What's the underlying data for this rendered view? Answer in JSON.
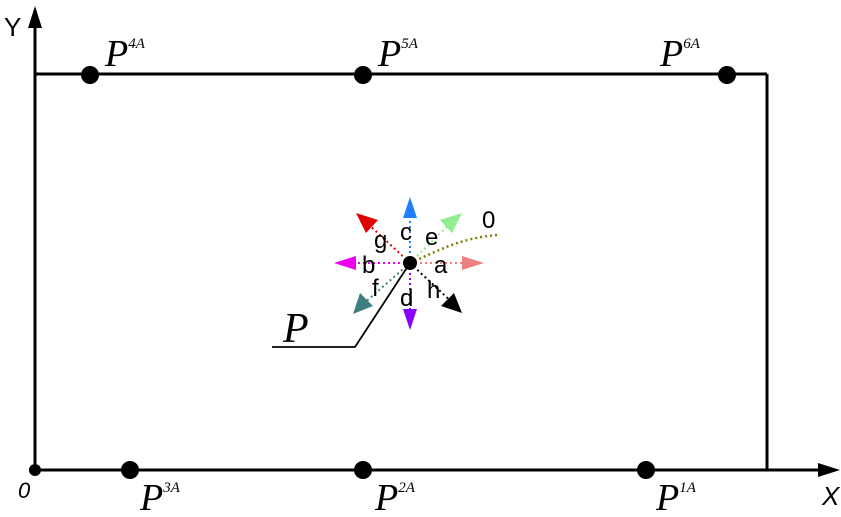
{
  "axes": {
    "x_label": "X",
    "y_label": "Y",
    "origin_label": "0"
  },
  "points": {
    "p4": {
      "base": "P",
      "sup": "4A"
    },
    "p5": {
      "base": "P",
      "sup": "5A"
    },
    "p6": {
      "base": "P",
      "sup": "6A"
    },
    "p3": {
      "base": "P",
      "sup": "3A"
    },
    "p2": {
      "base": "P",
      "sup": "2A"
    },
    "p1": {
      "base": "P",
      "sup": "1A"
    }
  },
  "center": {
    "label": "P",
    "directions": {
      "a": "a",
      "b": "b",
      "c": "c",
      "d": "d",
      "e": "e",
      "f": "f",
      "g": "g",
      "h": "h",
      "zero": "0"
    }
  },
  "colors": {
    "a": "#f08080",
    "b": "#ee00ee",
    "c": "#1e7fff",
    "d": "#8a00ff",
    "e": "#90ee90",
    "f": "#3f7f7f",
    "g": "#e00000",
    "h": "#000000",
    "zero": "#808000"
  }
}
